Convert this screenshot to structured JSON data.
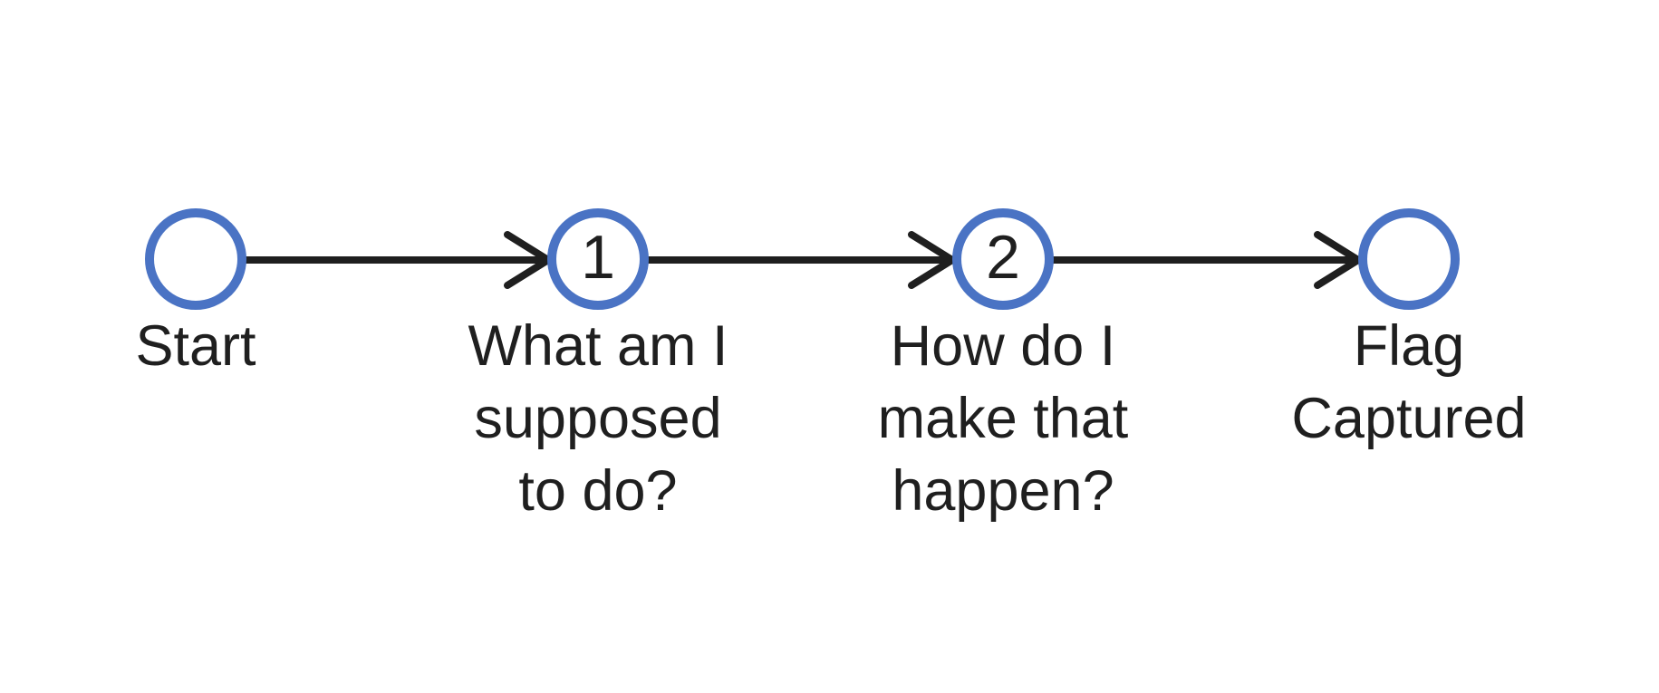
{
  "colors": {
    "background": "#ffffff",
    "node-stroke": "#4a73c4",
    "node-fill": "#ffffff",
    "arrow": "#1f1f1f",
    "text": "#1f1f1f"
  },
  "diagram": {
    "type": "flowchart",
    "direction": "left-to-right",
    "nodes": [
      {
        "number": "",
        "label": "Start",
        "label_lines": [
          "Start"
        ]
      },
      {
        "number": "1",
        "label": "What am I supposed to do?",
        "label_lines": [
          "What am I",
          "supposed",
          "to do?"
        ]
      },
      {
        "number": "2",
        "label": "How do I make that happen?",
        "label_lines": [
          "How do I",
          "make that",
          "happen?"
        ]
      },
      {
        "number": "",
        "label": "Flag Captured",
        "label_lines": [
          "Flag",
          "Captured"
        ]
      }
    ],
    "edges": [
      {
        "from": "Start",
        "to": "What am I supposed to do?"
      },
      {
        "from": "What am I supposed to do?",
        "to": "How do I make that happen?"
      },
      {
        "from": "How do I make that happen?",
        "to": "Flag Captured"
      }
    ]
  }
}
